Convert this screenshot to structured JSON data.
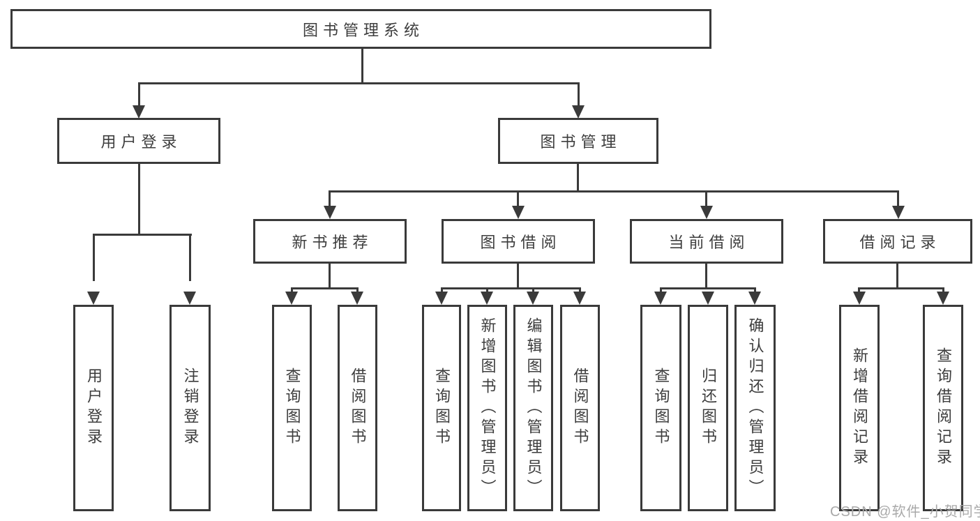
{
  "diagram": {
    "root": {
      "label": "图书管理系统"
    },
    "level2": {
      "user_login": {
        "label": "用户登录"
      },
      "book_mgmt": {
        "label": "图书管理"
      }
    },
    "level3": {
      "new_book": {
        "label": "新书推荐"
      },
      "book_borrow": {
        "label": "图书借阅"
      },
      "current_borrow": {
        "label": "当前借阅"
      },
      "borrow_record": {
        "label": "借阅记录"
      }
    },
    "level4": {
      "user_login_v": {
        "label": "用户登录"
      },
      "logout": {
        "label": "注销登录"
      },
      "query_book_new": {
        "label": "查询图书"
      },
      "borrow_book_new": {
        "label": "借阅图书"
      },
      "query_book_borrow": {
        "label": "查询图书"
      },
      "add_book": {
        "label": "新增图书（管理员）"
      },
      "edit_book": {
        "label": "编辑图书（管理员）"
      },
      "borrow_book_borrow": {
        "label": "借阅图书"
      },
      "query_book_current": {
        "label": "查询图书"
      },
      "return_book": {
        "label": "归还图书"
      },
      "confirm_return": {
        "label": "确认归还（管理员）"
      },
      "add_borrow_record": {
        "label": "新增借阅记录"
      },
      "query_borrow_record": {
        "label": "查询借阅记录"
      }
    },
    "watermark": "CSDN @软件_小贺同学",
    "colors": {
      "line": "#3a3a3a",
      "text": "#3d3d3d",
      "watermark": "#a9a9a9",
      "background": "#ffffff"
    }
  }
}
